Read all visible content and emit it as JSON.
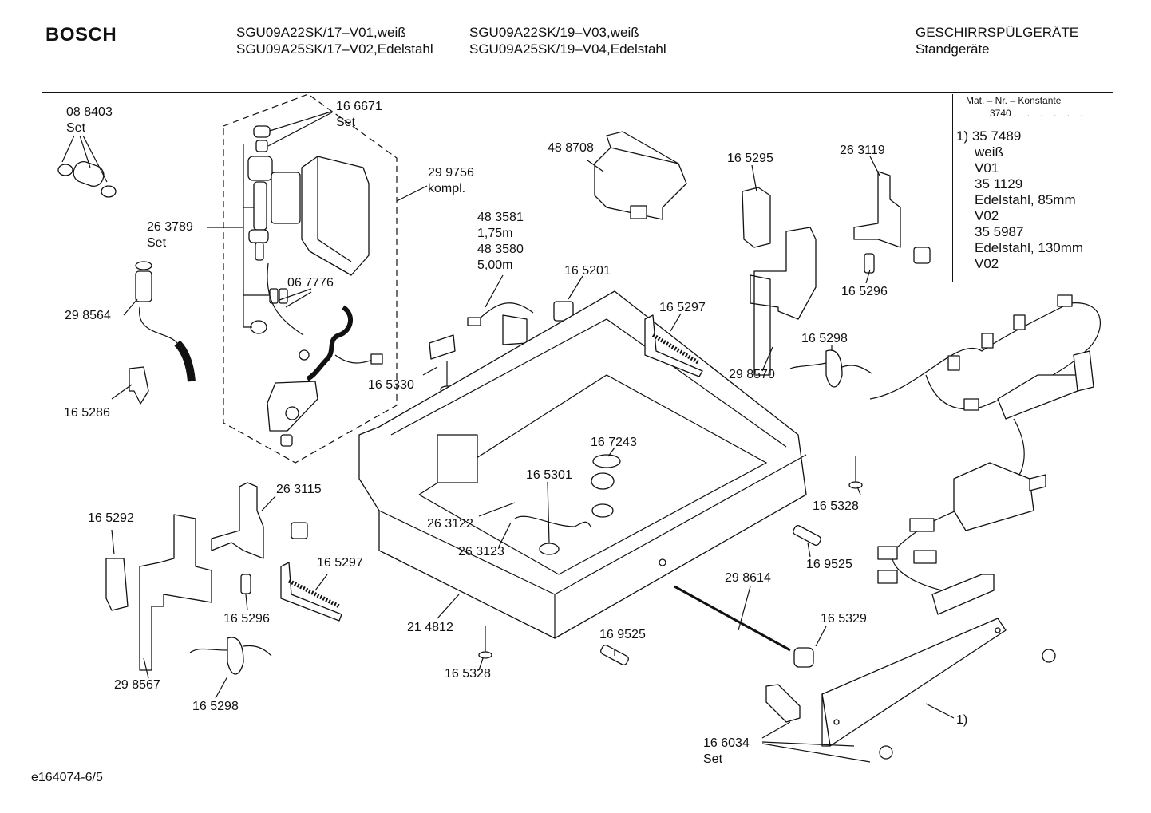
{
  "header": {
    "brand": "BOSCH",
    "models_col1": [
      "SGU09A22SK/17–V01,weiß",
      "SGU09A25SK/17–V02,Edelstahl"
    ],
    "models_col2": [
      "SGU09A22SK/19–V03,weiß",
      "SGU09A25SK/19–V04,Edelstahl"
    ],
    "category": "GESCHIRRSPÜLGERÄTE",
    "subcategory": "Standgeräte"
  },
  "note": {
    "title": "Mat. – Nr. – Konstante",
    "value": "3740",
    "dots": ". . . . . .",
    "lines": [
      "1)  35 7489",
      "weiß",
      "V01",
      "35 1129",
      "Edelstahl, 85mm",
      "V02",
      "35 5987",
      "Edelstahl, 130mm",
      "V02"
    ]
  },
  "labels": {
    "p088403": [
      "08 8403",
      "Set"
    ],
    "p166671": [
      "16 6671",
      "Set"
    ],
    "p299756": [
      "29 9756",
      "kompl."
    ],
    "p263789": [
      "26 3789",
      "Set"
    ],
    "p298564": "29 8564",
    "p067776": "06 7776",
    "p165286": "16 5286",
    "p488708": "48 8708",
    "p483581": [
      "48 3581",
      "1,75m",
      "48 3580",
      "5,00m"
    ],
    "p165201": "16 5201",
    "p165330": "16 5330",
    "p165297a": "16 5297",
    "p165295": "16 5295",
    "p263119": "26 3119",
    "p165296a": "16 5296",
    "p165298a": "16 5298",
    "p298570": "29 8570",
    "p167243": "16 7243",
    "p165301": "16 5301",
    "p263115": "26 3115",
    "p165292": "16 5292",
    "p263122": "26 3122",
    "p263123": "26 3123",
    "p165297b": "16 5297",
    "p165296b": "16 5296",
    "p298567": "29 8567",
    "p165298b": "16 5298",
    "p214812": "21 4812",
    "p165328a": "16 5328",
    "p169525a": "16 9525",
    "p165328b": "16 5328",
    "p169525b": "16 9525",
    "p298614": "29 8614",
    "p165329": "16 5329",
    "p166034": [
      "16 6034",
      "Set"
    ],
    "pnote1": "1)"
  },
  "footer": {
    "code": "e164074-6/5"
  }
}
